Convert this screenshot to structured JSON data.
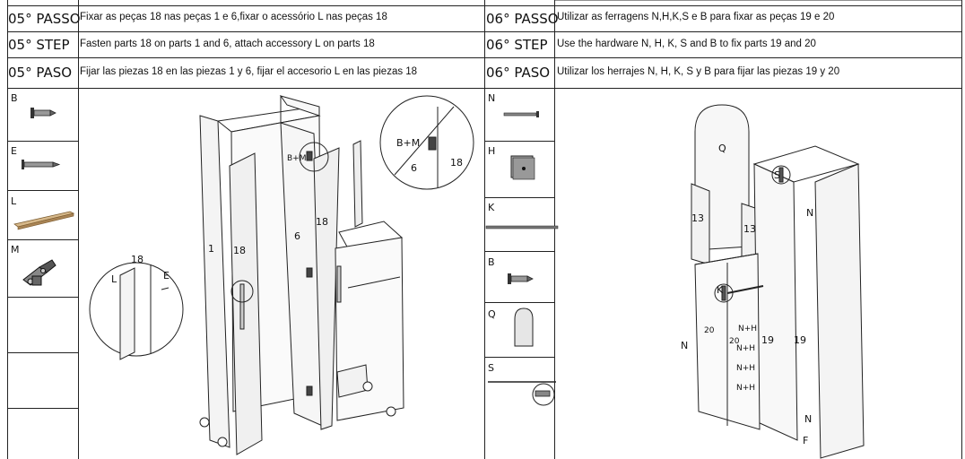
{
  "steps": [
    {
      "left": {
        "step_label": "05° PASSO",
        "text": "Fixar as peças 18 nas peças 1 e 6,fixar o acessório L nas peças 18"
      },
      "right": {
        "step_label": "06° PASSO",
        "text": "Utilizar as ferragens N,H,K,S e B para fixar as peças 19 e 20"
      }
    },
    {
      "left": {
        "step_label": "05°  STEP",
        "text": "Fasten parts 18 on parts 1 and 6, attach accessory L on parts 18"
      },
      "right": {
        "step_label": "06°  STEP",
        "text": "Use the hardware N, H, K, S and B to fix parts 19 and 20"
      }
    },
    {
      "left": {
        "step_label": "05° PASO",
        "text": "Fijar las piezas 18 en las piezas 1 y 6, fijar el accesorio L en las piezas 18"
      },
      "right": {
        "step_label": "06° PASO",
        "text": "Utilizar los herrajes N, H, K, S y B para fijar las piezas 19 y 20"
      }
    }
  ],
  "hardware_left": [
    {
      "letter": "B",
      "icon": "screw-b-icon"
    },
    {
      "letter": "E",
      "icon": "screw-e-icon"
    },
    {
      "letter": "L",
      "icon": "wood-rail-l-icon"
    },
    {
      "letter": "M",
      "icon": "hinge-m-icon"
    }
  ],
  "hardware_right": [
    {
      "letter": "N",
      "icon": "nail-n-icon"
    },
    {
      "letter": "H",
      "icon": "plate-h-icon"
    },
    {
      "letter": "K",
      "icon": "rod-k-icon"
    },
    {
      "letter": "B",
      "icon": "screw-b-icon"
    },
    {
      "letter": "Q",
      "icon": "mirror-q-icon"
    },
    {
      "letter": "S",
      "icon": "bracket-s-icon"
    }
  ],
  "diagram5": {
    "labels": {
      "p1": "1",
      "p18a": "18",
      "p6": "6",
      "p18b": "18",
      "bm_a": "B+M",
      "detail_bm": "B+M",
      "detail_6": "6",
      "detail_18": "18",
      "detail_L": "L",
      "detail_18b": "18",
      "detail_E": "E"
    }
  },
  "diagram6": {
    "labels": {
      "Q": "Q",
      "S": "S",
      "N1": "N",
      "p13a": "13",
      "p13b": "13",
      "K": "K",
      "p20a": "20",
      "p20b": "20",
      "N2": "N",
      "NH1": "N+H",
      "NH2": "N+H",
      "NH3": "N+H",
      "NH4": "N+H",
      "p19a": "19",
      "p19b": "19",
      "N3": "N",
      "F": "F"
    }
  }
}
